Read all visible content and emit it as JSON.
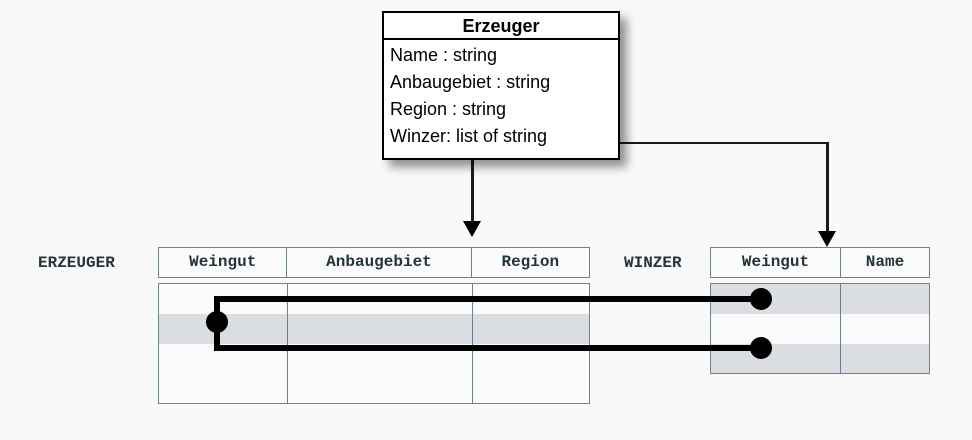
{
  "uml_class": {
    "name": "Erzeuger",
    "attributes": [
      "Name : string",
      "Anbaugebiet : string",
      "Region : string",
      "Winzer: list of string"
    ]
  },
  "tables": [
    {
      "label": "ERZEUGER",
      "columns": [
        "Weingut",
        "Anbaugebiet",
        "Region"
      ],
      "rows": [
        {
          "shaded": false,
          "cells": [
            "",
            "",
            ""
          ]
        },
        {
          "shaded": true,
          "cells": [
            "",
            "",
            ""
          ]
        },
        {
          "shaded": false,
          "cells": [
            "",
            "",
            ""
          ]
        },
        {
          "shaded": false,
          "cells": [
            "",
            "",
            ""
          ]
        }
      ]
    },
    {
      "label": "WINZER",
      "columns": [
        "Weingut",
        "Name"
      ],
      "rows": [
        {
          "shaded": true,
          "cells": [
            "",
            ""
          ]
        },
        {
          "shaded": false,
          "cells": [
            "",
            ""
          ]
        },
        {
          "shaded": true,
          "cells": [
            "",
            ""
          ]
        }
      ]
    }
  ],
  "colors": {
    "background": "#f9f9f9",
    "table_border": "#6e8289",
    "row_shade": "#dadde1",
    "text": "#23353b",
    "connector": "#000000"
  }
}
